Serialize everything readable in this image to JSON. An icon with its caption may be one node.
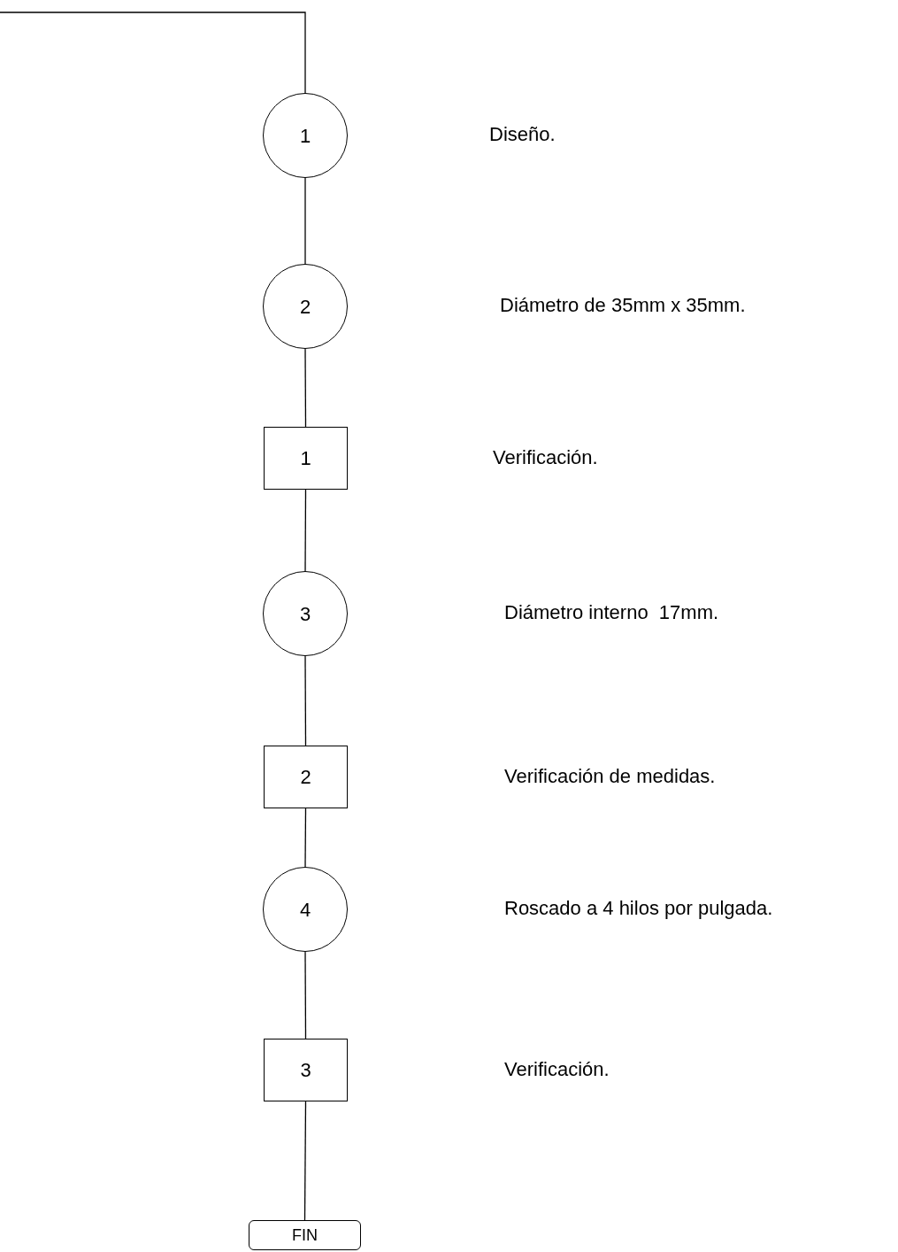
{
  "diagram": {
    "nodes": [
      {
        "text": [
          "1"
        ]
      },
      {
        "text": [
          "2"
        ]
      },
      {
        "text": [
          "1"
        ]
      },
      {
        "text": [
          "3"
        ]
      },
      {
        "text": [
          "2"
        ]
      },
      {
        "text": [
          "4"
        ]
      },
      {
        "text": [
          "3"
        ]
      },
      {
        "text": [
          "FIN"
        ]
      }
    ],
    "edges": [
      {
        "from": null,
        "to": 0,
        "arrow": "none"
      },
      {
        "from": 0,
        "to": 1,
        "arrow": "none"
      },
      {
        "from": 1,
        "to": 2,
        "arrow": "none"
      },
      {
        "from": 2,
        "to": 3,
        "arrow": "none"
      },
      {
        "from": 3,
        "to": 4,
        "arrow": "none"
      },
      {
        "from": 4,
        "to": 5,
        "arrow": "none"
      },
      {
        "from": 5,
        "to": 6,
        "arrow": "none"
      },
      {
        "from": 6,
        "to": 7,
        "arrow": "none"
      }
    ],
    "labels": [
      "Diseño.",
      "Diámetro de 35mm x 35mm.",
      "Verificación.",
      "Diámetro interno  17mm.",
      "Verificación de medidas.",
      "Roscado a 4 hilos por pulgada.",
      "Verificación."
    ]
  }
}
